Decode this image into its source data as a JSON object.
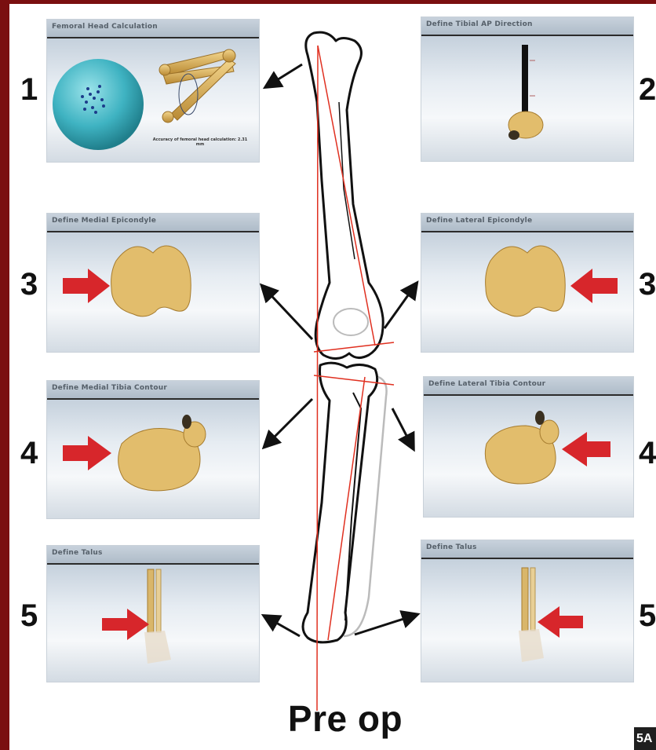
{
  "panels": {
    "femoral_head": {
      "title": "Femoral Head Calculation",
      "note_line1": "Accuracy of femoral head calculation: 2.31",
      "note_line2": "mm"
    },
    "tibial_ap": {
      "title": "Define Tibial AP Direction"
    },
    "medial_epicondyle": {
      "title": "Define Medial Epicondyle"
    },
    "lateral_epicondyle": {
      "title": "Define Lateral Epicondyle"
    },
    "medial_tibia": {
      "title": "Define Medial Tibia Contour"
    },
    "lateral_tibia": {
      "title": "Define Lateral Tibia Contour"
    },
    "talus_left": {
      "title": "Define Talus"
    },
    "talus_right": {
      "title": "Define Talus"
    }
  },
  "step_numbers": {
    "left": [
      "1",
      "3",
      "4",
      "5"
    ],
    "right": [
      "2",
      "3",
      "4",
      "5"
    ]
  },
  "caption": "Pre op",
  "figure_label": "5A",
  "colors": {
    "border": "#7a0f10",
    "bone": "#e2bd6c",
    "arrow": "#d7262b",
    "sphere": "#3fb3c2",
    "axis_line": "#e03020"
  }
}
